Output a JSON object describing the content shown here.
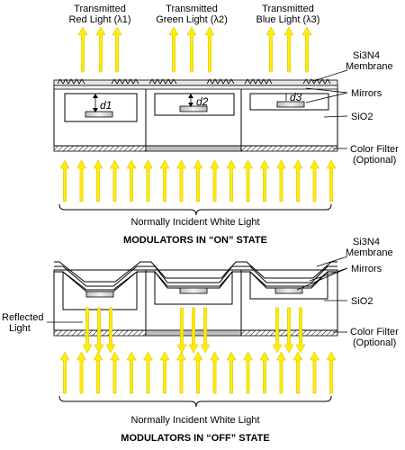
{
  "top_labels": {
    "red_line1": "Transmitted",
    "red_line2": "Red Light (λ1)",
    "green_line1": "Transmitted",
    "green_line2": "Green Light (λ2)",
    "blue_line1": "Transmitted",
    "blue_line2": "Blue Light (λ3)"
  },
  "side_labels": {
    "membrane_line1": "Si3N4",
    "membrane_line2": "Membrane",
    "mirrors": "Mirrors",
    "sio2": "SiO2",
    "color_filter_line1": "Color Filter",
    "color_filter_line2": "(Optional)",
    "reflected_line1": "Reflected",
    "reflected_line2": "Light"
  },
  "gaps": {
    "d1": "d1",
    "d2": "d2",
    "d3": "d3"
  },
  "incident_label": "Normally Incident White Light",
  "state_on_title": "MODULATORS IN “ON” STATE",
  "state_off_title": "MODULATORS IN “OFF” STATE",
  "colors": {
    "arrow": "#ffee00",
    "arrow_edge": "#d4b800",
    "outline": "#000000",
    "filter_gray": "#bdbdbd",
    "mirror_gray": "#cfcfcf"
  }
}
